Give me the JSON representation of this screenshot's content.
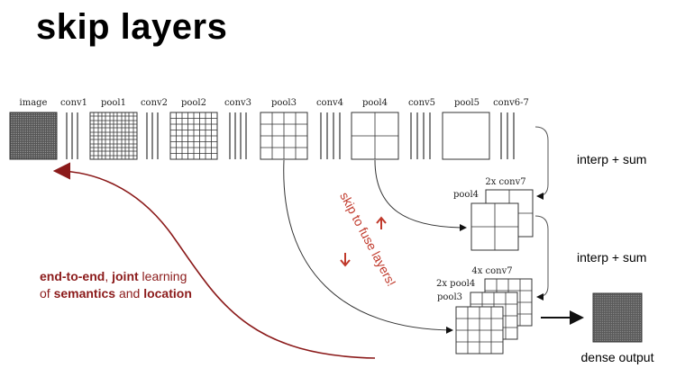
{
  "title": "skip layers",
  "colors": {
    "accent": "#8b1a1a",
    "skip_text": "#c0392b",
    "image_fill": "#555555",
    "line": "#333333"
  },
  "layers": {
    "image": "image",
    "conv1": "conv1",
    "pool1": "pool1",
    "conv2": "conv2",
    "pool2": "pool2",
    "conv3": "conv3",
    "pool3": "pool3",
    "conv4": "conv4",
    "pool4": "pool4",
    "conv5": "conv5",
    "pool5": "pool5",
    "conv6_7": "conv6-7"
  },
  "fuse": {
    "stage1_top": "2x conv7",
    "stage1_side": "pool4",
    "stage2_top": "4x conv7",
    "stage2_mid": "2x pool4",
    "stage2_side": "pool3",
    "interp1": "interp + sum",
    "interp2": "interp + sum",
    "dense_output": "dense output"
  },
  "skip_label": "skip to fuse layers!",
  "caption": {
    "p1": "end-to-end",
    "p2": ", ",
    "p3": "joint",
    "p4": " learning",
    "p5": "of ",
    "p6": "semantics",
    "p7": " and ",
    "p8": "location"
  }
}
